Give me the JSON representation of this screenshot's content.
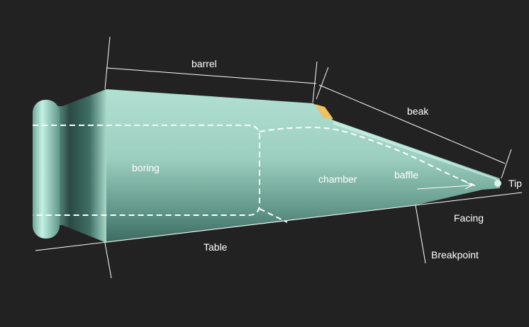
{
  "colors": {
    "background": "#222222",
    "body_light": "#a8d8c8",
    "body_dark": "#1c3a34",
    "ring_light": "#b8ece0",
    "label_white": "#ffffff",
    "label_dark": "#333333",
    "baffle_highlight": "#f0c060"
  },
  "labels": {
    "barrel": "barrel",
    "beak": "beak",
    "boring": "boring",
    "chamber": "chamber",
    "baffle": "baffle",
    "tip": "Tip",
    "facing": "Facing",
    "table": "Table",
    "breakpoint": "Breakpoint"
  }
}
